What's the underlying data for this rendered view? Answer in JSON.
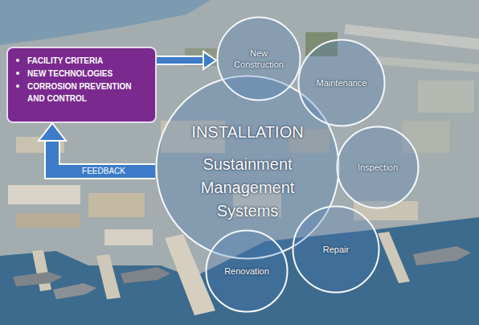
{
  "diagram": {
    "nodes": [
      {
        "text": [
          "FACILITY CRITERIA",
          "NEW TECHNOLOGIES",
          "CORROSION PREVENTION AND CONTROL"
        ]
      },
      {
        "text": [
          "INSTALLATION",
          "Sustainment Management Systems"
        ]
      },
      {
        "text": [
          "New Construction"
        ]
      },
      {
        "text": [
          "Maintenance"
        ]
      },
      {
        "text": [
          "Inspection"
        ]
      },
      {
        "text": [
          "Repair"
        ]
      },
      {
        "text": [
          "Renovation"
        ]
      }
    ],
    "edges": [
      {
        "from": 0,
        "to": 2,
        "arrow": "to"
      },
      {
        "from": 1,
        "to": 0,
        "label": "FEEDBACK",
        "arrow": "to"
      }
    ]
  }
}
